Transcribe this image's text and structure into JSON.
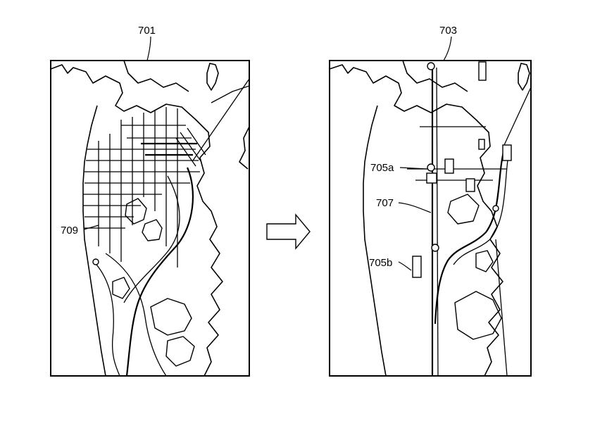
{
  "figure": {
    "left_map": {
      "label": "701",
      "callouts": [
        "709"
      ]
    },
    "right_map": {
      "label": "703",
      "callouts": [
        "705a",
        "707",
        "705b"
      ]
    },
    "transition": {
      "icon": "right-arrow-icon"
    }
  }
}
